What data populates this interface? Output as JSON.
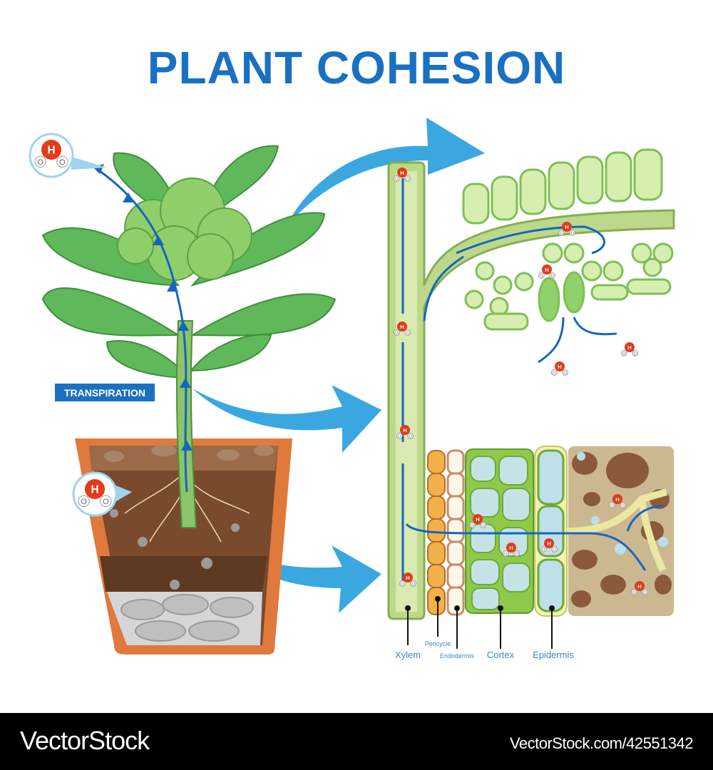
{
  "title": "PLANT COHESION",
  "transpiration_label": "TRANSPIRATION",
  "molecule": {
    "atom_h": "H",
    "atom_o": "O"
  },
  "root_labels": {
    "xylem": "Xylem",
    "pericycle": "Pericycle",
    "endodermis": "Endodermis",
    "cortex": "Cortex",
    "epidermis": "Epidermis"
  },
  "footer": {
    "brand": "VectorStock",
    "reference": "VectorStock.com/42551342"
  },
  "colors": {
    "title": "#1a70c2",
    "arrow": "#3ba7e0",
    "flow": "#1565c0",
    "xylem": "#bcd98a",
    "water": "#e53a1c"
  }
}
